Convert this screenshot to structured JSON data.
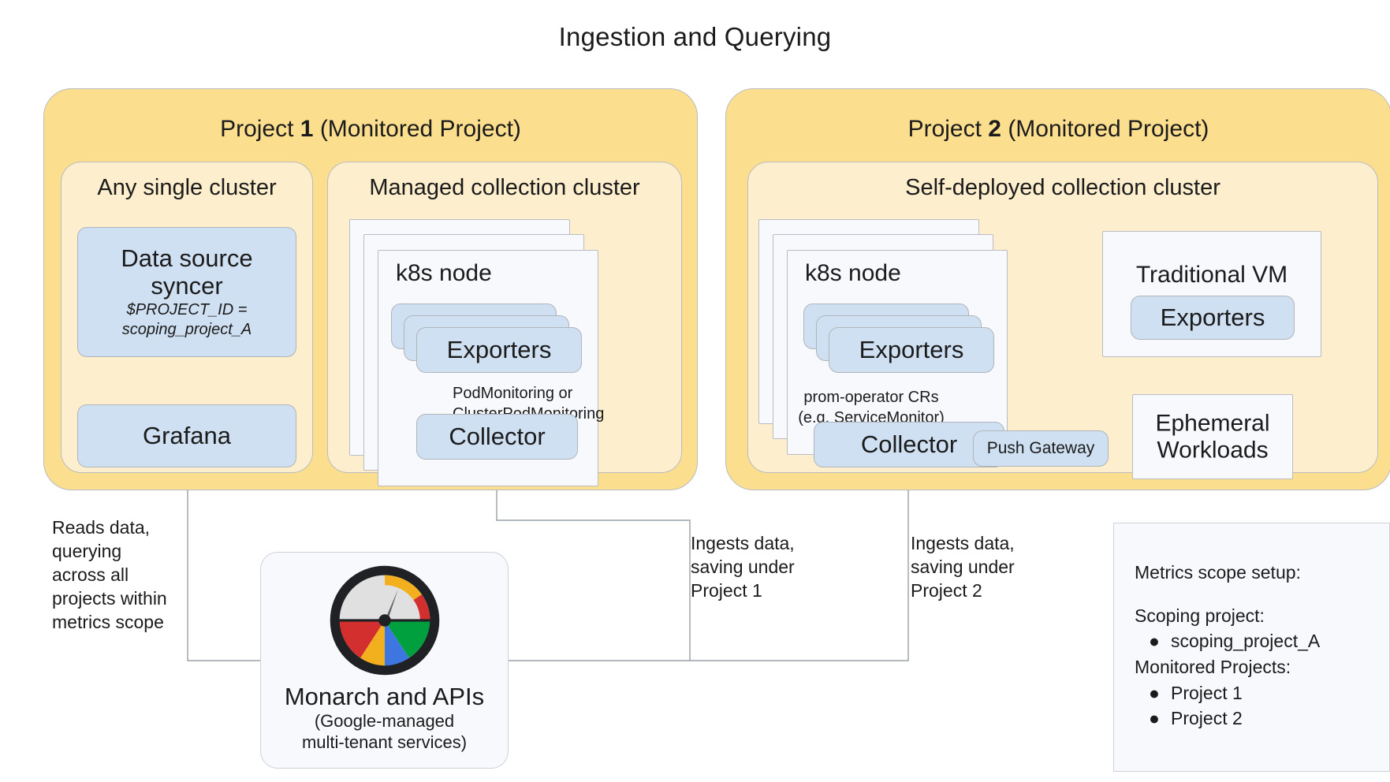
{
  "title": "Ingestion and Querying",
  "colors": {
    "project_fill": "#FCDF8E",
    "cluster_fill": "#FDEFCD",
    "blue_fill": "#CFE0F3",
    "card_fill": "#F7F9FC",
    "stroke": "#b9bcc0",
    "logo_dark": "#202124",
    "logo_gray": "#E0E0E0",
    "logo_red": "#D32F2F",
    "logo_yellow": "#F2B01E",
    "logo_blue": "#3D76E0",
    "logo_green": "#00A03E"
  },
  "projects": [
    {
      "label_prefix": "Project ",
      "label_number": "1",
      "label_suffix": " (Monitored Project)",
      "clusters": [
        {
          "title": "Any single cluster",
          "boxes": [
            {
              "name": "data-source-syncer",
              "line1": "Data source",
              "line2": "syncer",
              "sub1": "$PROJECT_ID =",
              "sub2": "scoping_project_A"
            },
            {
              "name": "grafana",
              "line1": "Grafana"
            }
          ]
        },
        {
          "title": "Managed collection cluster",
          "node_title": "k8s node",
          "exporters": "Exporters",
          "edge_label": "PodMonitoring or\nClusterPodMonitoring",
          "collector": "Collector"
        }
      ]
    },
    {
      "label_prefix": "Project ",
      "label_number": "2",
      "label_suffix": " (Monitored Project)",
      "clusters": [
        {
          "title": "Self-deployed collection cluster",
          "node_title": "k8s node",
          "exporters": "Exporters",
          "edge_label": "prom-operator CRs\n(e.g. ServiceMonitor)",
          "collector": "Collector",
          "push_gateway": "Push Gateway",
          "vm_title": "Traditional VM",
          "vm_exporters": "Exporters",
          "ephemeral": "Ephemeral\nWorkloads"
        }
      ]
    }
  ],
  "notes": {
    "reads": "Reads data,\nquerying\nacross all\nprojects within\nmetrics scope",
    "ingest1": "Ingests data,\nsaving under\nProject 1",
    "ingest2": "Ingests data,\nsaving under\nProject 2"
  },
  "monarch": {
    "title": "Monarch and APIs",
    "subtitle": "(Google-managed\nmulti-tenant services)",
    "logo_name": "monarch-gauge-logo"
  },
  "legend": {
    "heading": "Metrics scope setup:",
    "scoping_heading": "Scoping project:",
    "scoping_items": [
      "scoping_project_A"
    ],
    "monitored_heading": "Monitored Projects:",
    "monitored_items": [
      "Project 1",
      "Project 2"
    ]
  }
}
